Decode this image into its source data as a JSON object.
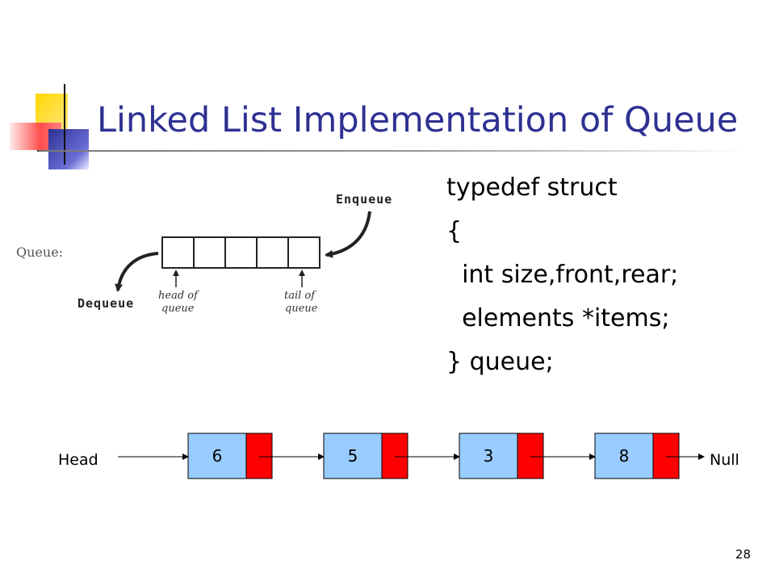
{
  "slide": {
    "title": "Linked List Implementation of Queue",
    "code_lines": [
      "typedef struct",
      "{",
      "  int size,front,rear;",
      "  elements *items;",
      "} queue;"
    ],
    "slide_number": "28",
    "accent_colors": {
      "yellow": "#ffd700",
      "blue": "#2e3192",
      "red": "#ff3b3b",
      "title": "#2e3192"
    }
  },
  "queue_figure": {
    "label": "Queue:",
    "enqueue_label": "Enqueue",
    "dequeue_label": "Dequeue",
    "head_label": [
      "head of",
      "queue"
    ],
    "tail_label": [
      "tail of",
      "queue"
    ],
    "cell_count": 5
  },
  "linked_list": {
    "head_label": "Head",
    "null_label": "Null",
    "nodes": [
      {
        "value": "6"
      },
      {
        "value": "5"
      },
      {
        "value": "3"
      },
      {
        "value": "8"
      }
    ],
    "colors": {
      "data_cell": "#99ccff",
      "pointer_cell": "#ff0000"
    }
  }
}
